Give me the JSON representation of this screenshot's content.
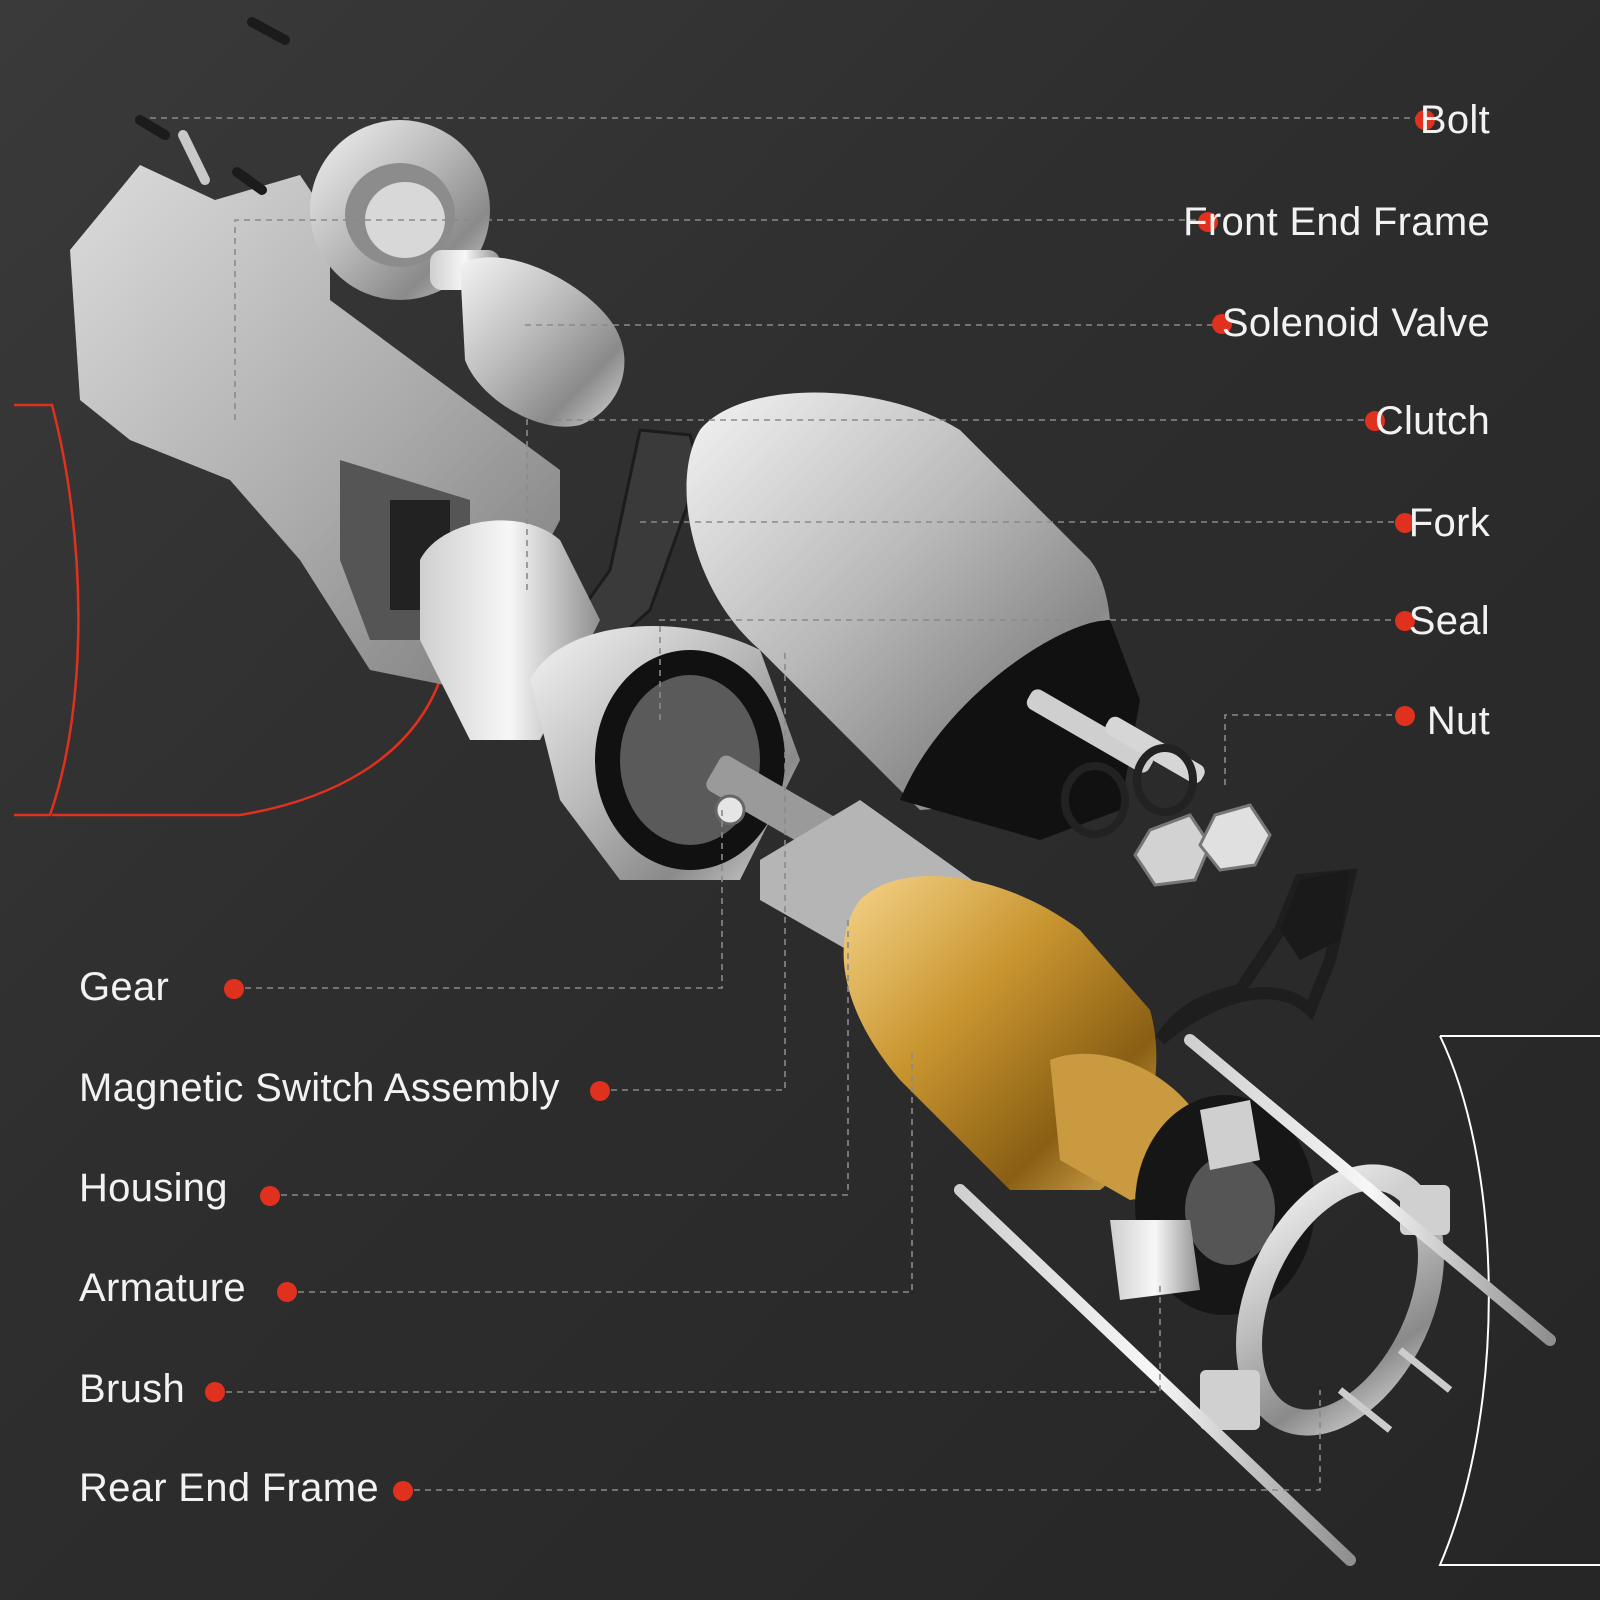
{
  "accent_color": "#e0301e",
  "callouts_right": [
    {
      "id": "bolt",
      "label": "Bolt"
    },
    {
      "id": "front-end-frame",
      "label": "Front End Frame"
    },
    {
      "id": "solenoid-valve",
      "label": "Solenoid Valve"
    },
    {
      "id": "clutch",
      "label": "Clutch"
    },
    {
      "id": "fork",
      "label": "Fork"
    },
    {
      "id": "seal",
      "label": "Seal"
    },
    {
      "id": "nut",
      "label": "Nut"
    }
  ],
  "callouts_left": [
    {
      "id": "gear",
      "label": "Gear"
    },
    {
      "id": "magnetic-switch-assembly",
      "label": "Magnetic Switch Assembly"
    },
    {
      "id": "housing",
      "label": "Housing"
    },
    {
      "id": "armature",
      "label": "Armature"
    },
    {
      "id": "brush",
      "label": "Brush"
    },
    {
      "id": "rear-end-frame",
      "label": "Rear End Frame"
    }
  ]
}
